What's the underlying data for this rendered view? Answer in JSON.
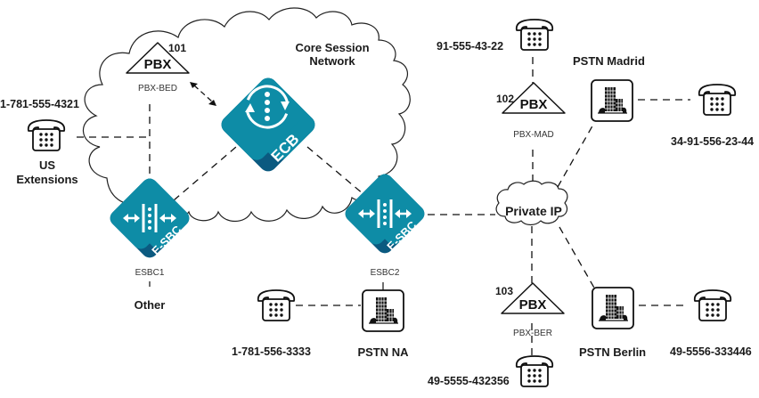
{
  "diagram": {
    "core_cloud": {
      "label_line1": "Core Session",
      "label_line2": "Network"
    },
    "ecb": {
      "badge": "ECB",
      "color_main": "#0e8ca6",
      "color_band": "#0b5a80"
    },
    "esbc1": {
      "badge": "E-SBC",
      "name": "ESBC1"
    },
    "esbc2": {
      "badge": "E-SBC",
      "name": "ESBC2"
    },
    "other": {
      "label": "Other"
    },
    "pbx_bed": {
      "title": "PBX",
      "number": "101",
      "name": "PBX-BED"
    },
    "pbx_mad": {
      "title": "PBX",
      "number": "102",
      "name": "PBX-MAD"
    },
    "pbx_ber": {
      "title": "PBX",
      "number": "103",
      "name": "PBX-BER"
    },
    "us_ext": {
      "phone": "1-781-555-4321",
      "label_line1": "US",
      "label_line2": "Extensions"
    },
    "phone_madrid_pbx": {
      "phone": "91-555-43-22"
    },
    "pstn_madrid": {
      "label": "PSTN Madrid",
      "phone": "34-91-556-23-44"
    },
    "private_ip": {
      "label": "Private IP"
    },
    "pstn_na": {
      "label": "PSTN NA",
      "phone": "1-781-556-3333"
    },
    "pstn_berlin": {
      "label": "PSTN Berlin",
      "phone": "49-5556-333446"
    },
    "phone_berlin_pbx": {
      "phone": "49-5555-432356"
    }
  }
}
